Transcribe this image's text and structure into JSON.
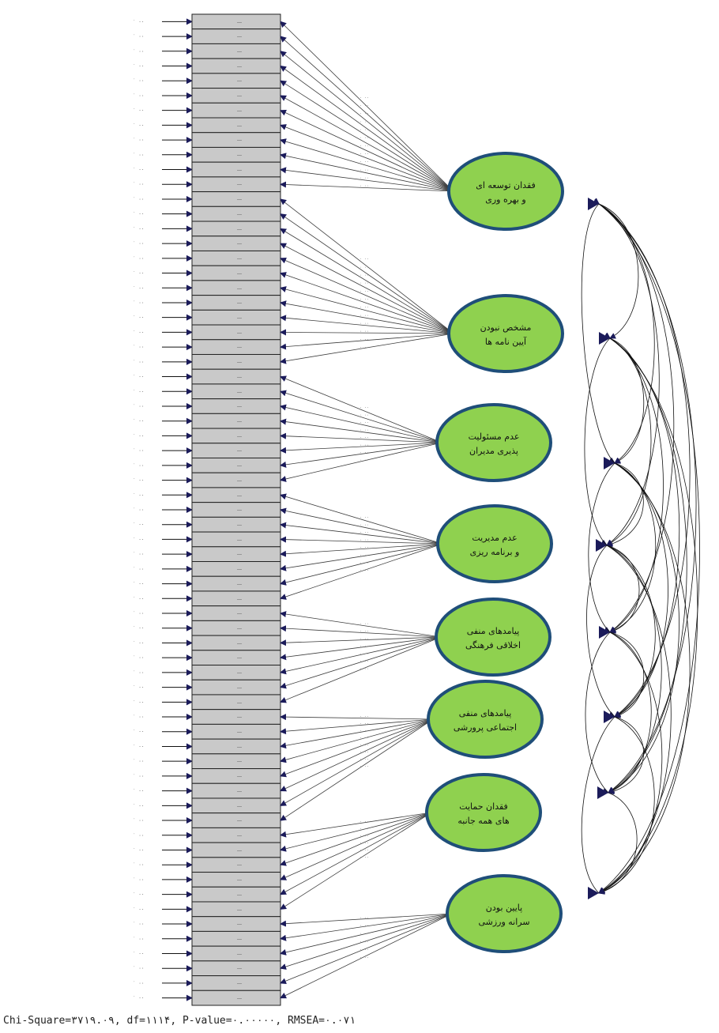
{
  "factors": [
    {
      "lines": [
        "فقدان توسعه ای",
        "و بهره وری"
      ]
    },
    {
      "lines": [
        "مشخص نبودن",
        "آیین نامه ها"
      ]
    },
    {
      "lines": [
        "عدم مسئولیت",
        "پذیری مدیران"
      ]
    },
    {
      "lines": [
        "عدم مدیریت",
        "و برنامه ریزی"
      ]
    },
    {
      "lines": [
        "پیامدهای منفی",
        "اخلاقی فرهنگی"
      ]
    },
    {
      "lines": [
        "پیامدهای منفی",
        "اجتماعی پرورشی"
      ]
    },
    {
      "lines": [
        "فقدان حمایت",
        "های همه جانبه"
      ]
    },
    {
      "lines": [
        "پایین بودن",
        "سرانه ورزشی"
      ]
    }
  ],
  "indicator_groups": [
    12,
    12,
    8,
    8,
    7,
    8,
    6,
    6
  ],
  "fit_stats": "Chi-Square=۳۷۱۹.۰۹, df=۱۱۱۴, P-value=۰.۰۰۰۰۰, RMSEA=۰.۰۷۱",
  "colors": {
    "factor_fill": "#8fd14f",
    "factor_border": "#1f4e79",
    "indicator_fill": "#c9c9c9",
    "line": "#111111"
  },
  "icons": {
    "arrowhead": "arrow-head-icon"
  }
}
